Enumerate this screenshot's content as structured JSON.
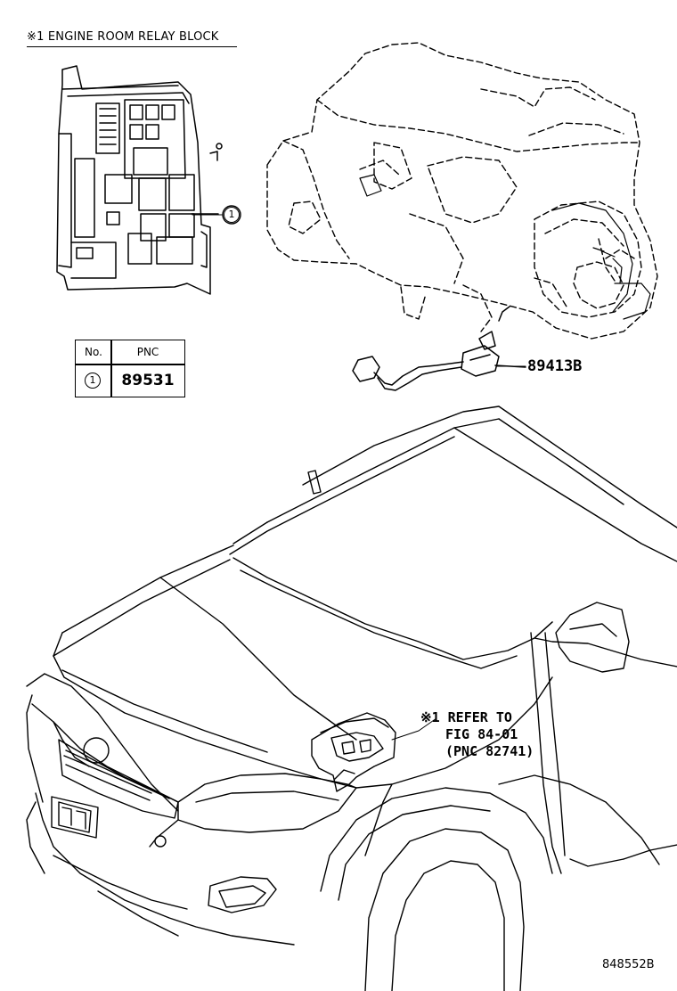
{
  "relay_block": {
    "title": "※1 ENGINE ROOM RELAY BLOCK",
    "callout_number": "1"
  },
  "pnc_table": {
    "header_no": "No.",
    "header_pnc": "PNC",
    "rows": [
      {
        "no": "1",
        "pnc": "89531"
      }
    ]
  },
  "sensor": {
    "part_number": "89413B"
  },
  "refer_note": {
    "line1": "※1 REFER TO",
    "line2": "FIG 84-01",
    "line3": "(PNC 82741)"
  },
  "figure_code": "848552B"
}
